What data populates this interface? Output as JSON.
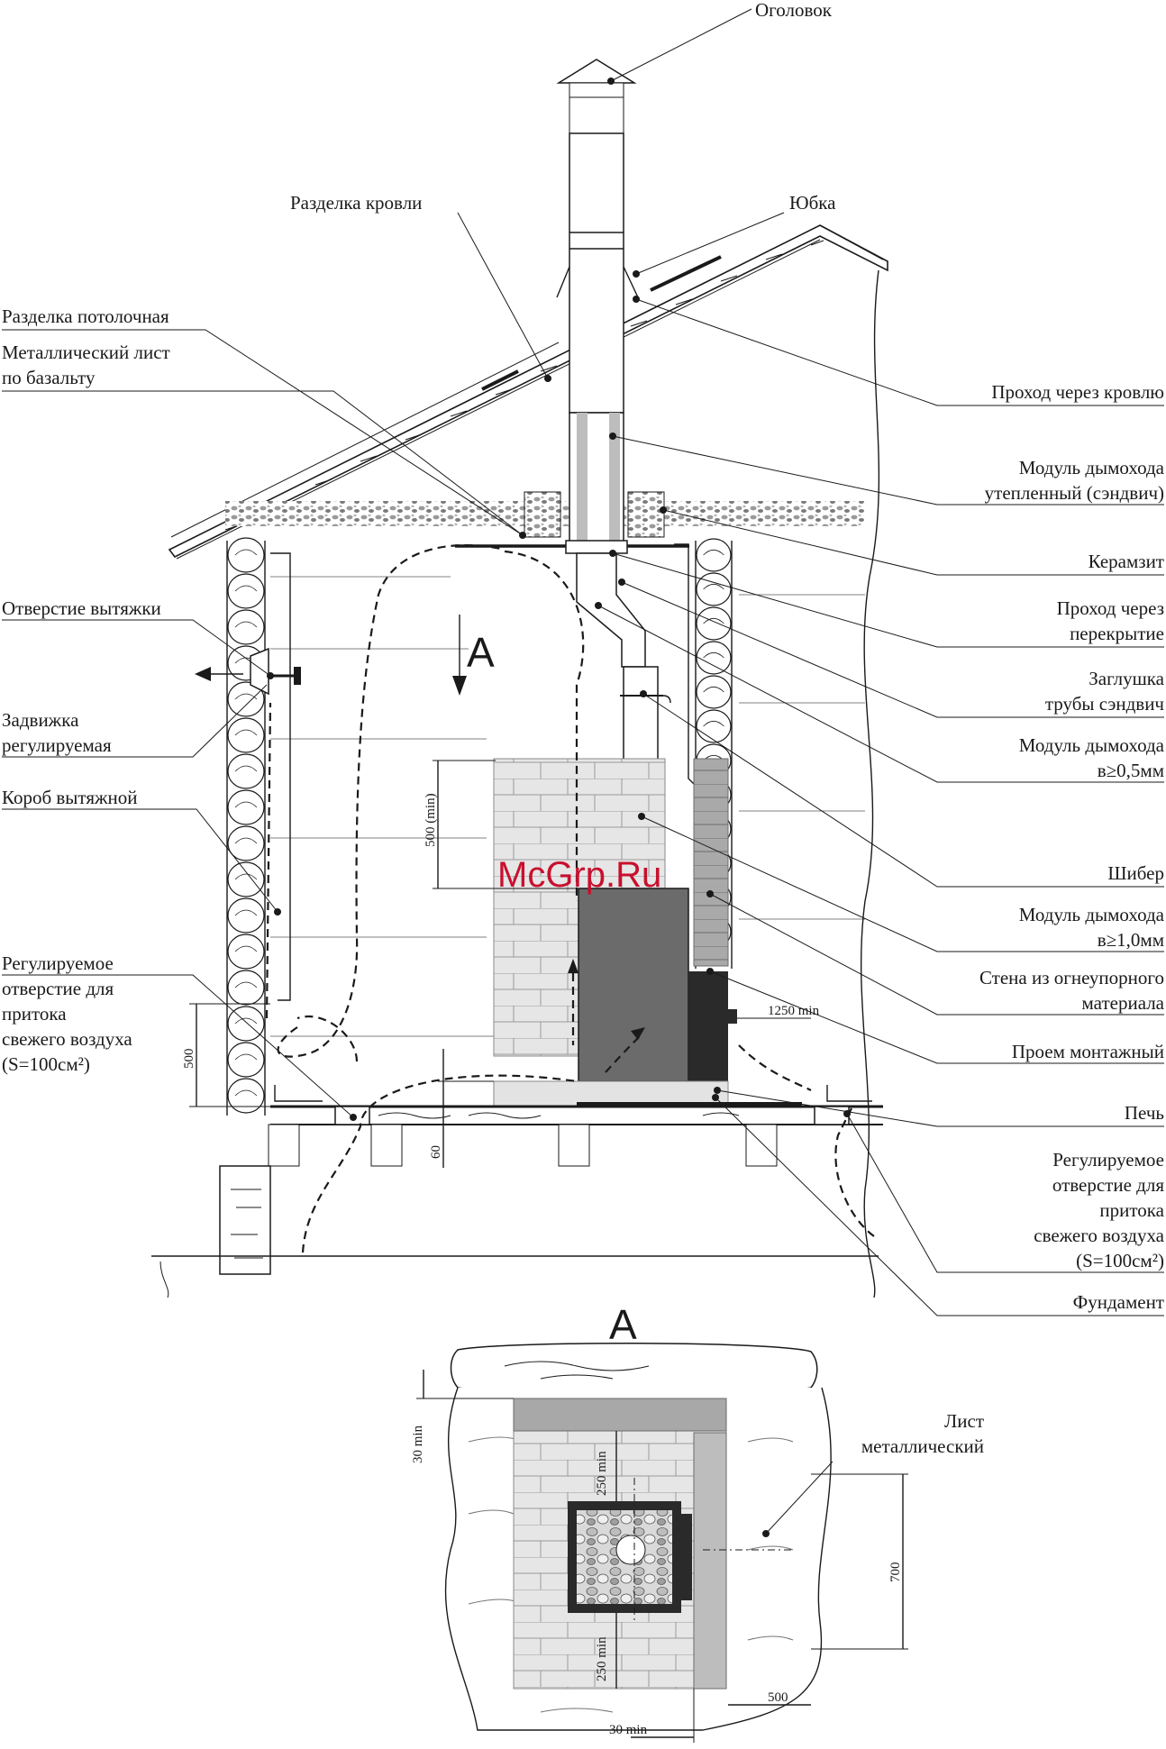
{
  "labels": {
    "ogolovok": "Оголовок",
    "razdelka_krovli": "Разделка кровли",
    "yubka": "Юбка",
    "razdelka_potolochnaya": "Разделка потолочная",
    "metal_list_l1": "Металлический лист",
    "metal_list_l2": "по базальту",
    "prokhod_krovlyu": "Проход через кровлю",
    "modul_uteplenny_l1": "Модуль дымохода",
    "modul_uteplenny_l2": "утепленный (сэндвич)",
    "keramzit": "Керамзит",
    "prokhod_perekrytie_l1": "Проход через",
    "prokhod_perekrytie_l2": "перекрытие",
    "otverstie_vytyazhki": "Отверстие вытяжки",
    "zaglushka_l1": "Заглушка",
    "zaglushka_l2": "трубы сэндвич",
    "zadvizhka_l1": "Задвижка",
    "zadvizhka_l2": "регулируемая",
    "modul_05_l1": "Модуль дымохода",
    "modul_05_l2": "в≥0,5мм",
    "korob_vytyazhnoy": "Короб вытяжной",
    "shiber": "Шибер",
    "modul_10_l1": "Модуль дымохода",
    "modul_10_l2": "в≥1,0мм",
    "reg_left_l1": "Регулируемое",
    "reg_left_l2": "отверстие для",
    "reg_left_l3": "притока",
    "reg_left_l4": "свежего воздуха",
    "reg_left_l5": "(S=100см²)",
    "stena_l1": "Стена из огнеупорного",
    "stena_l2": "материала",
    "proem": "Проем монтажный",
    "pech": "Печь",
    "reg_right_l1": "Регулируемое",
    "reg_right_l2": "отверстие для",
    "reg_right_l3": "притока",
    "reg_right_l4": "свежего воздуха",
    "reg_right_l5": "(S=100см²)",
    "fundament": "Фундамент",
    "list_metal_l1": "Лист",
    "list_metal_l2": "металлический"
  },
  "section_marks": {
    "upper": "А",
    "lower": "А"
  },
  "dimensions": {
    "d500_min": "500 (min)",
    "d1250_min": "1250 min",
    "d500_left": "500",
    "d60": "60",
    "d30_min_left": "30 min",
    "d250_min_top": "250 min",
    "d700": "700",
    "d250_min_bottom": "250 min",
    "d500_bottom": "500",
    "d30_min_bottom": "30 min"
  },
  "watermark": "McGrp.Ru",
  "colors": {
    "stove": "#6b6b6b",
    "door": "#2a2a2a",
    "brick": "#e3e3e3",
    "brick_dark": "#a8a8a8",
    "watermark": "#c8102e"
  }
}
